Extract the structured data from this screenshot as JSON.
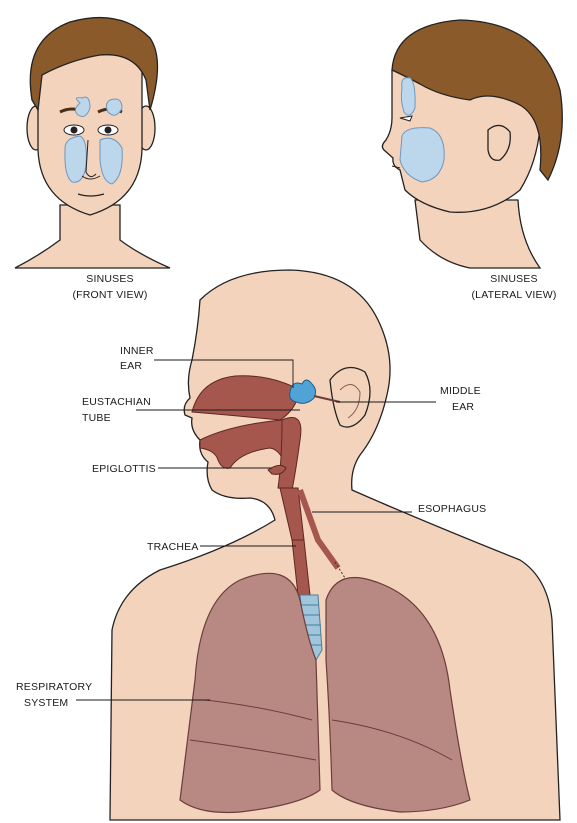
{
  "captions": {
    "front_line1": "SINUSES",
    "front_line2": "(FRONT VIEW)",
    "lateral_line1": "SINUSES",
    "lateral_line2": "(LATERAL VIEW)"
  },
  "labels": {
    "inner_ear_1": "INNER",
    "inner_ear_2": "EAR",
    "eustachian_1": "EUSTACHIAN",
    "eustachian_2": "TUBE",
    "epiglottis": "EPIGLOTTIS",
    "trachea": "TRACHEA",
    "respiratory_1": "RESPIRATORY",
    "respiratory_2": "SYSTEM",
    "middle_ear_1": "MIDDLE",
    "middle_ear_2": "EAR",
    "esophagus": "ESOPHAGUS"
  },
  "colors": {
    "skin": "#f4d3bd",
    "hair": "#8b5a2b",
    "sinus": "#bcd6ec",
    "airway": "#a5574d",
    "lung": "#b88882",
    "inner_ear": "#4fa3d6",
    "trachea_rings": "#9fc6dc"
  }
}
